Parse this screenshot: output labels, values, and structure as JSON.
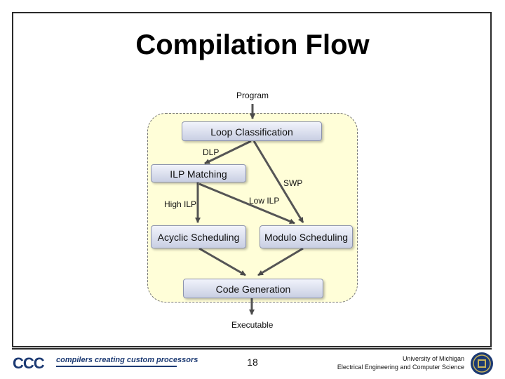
{
  "slide": {
    "title": "Compilation Flow",
    "page_number": "18"
  },
  "diagram": {
    "input_label": "Program",
    "output_label": "Executable",
    "nodes": {
      "loop_classification": "Loop Classification",
      "ilp_matching": "ILP Matching",
      "acyclic_scheduling": "Acyclic Scheduling",
      "modulo_scheduling": "Modulo Scheduling",
      "code_generation": "Code Generation"
    },
    "edge_labels": {
      "dlp": "DLP",
      "swp": "SWP",
      "high_ilp": "High ILP",
      "low_ilp": "Low ILP"
    }
  },
  "footer": {
    "logo_text": "CCC",
    "logo_tagline": "compilers creating custom processors",
    "university_line1": "University of Michigan",
    "university_line2": "Electrical Engineering and Computer Science"
  }
}
